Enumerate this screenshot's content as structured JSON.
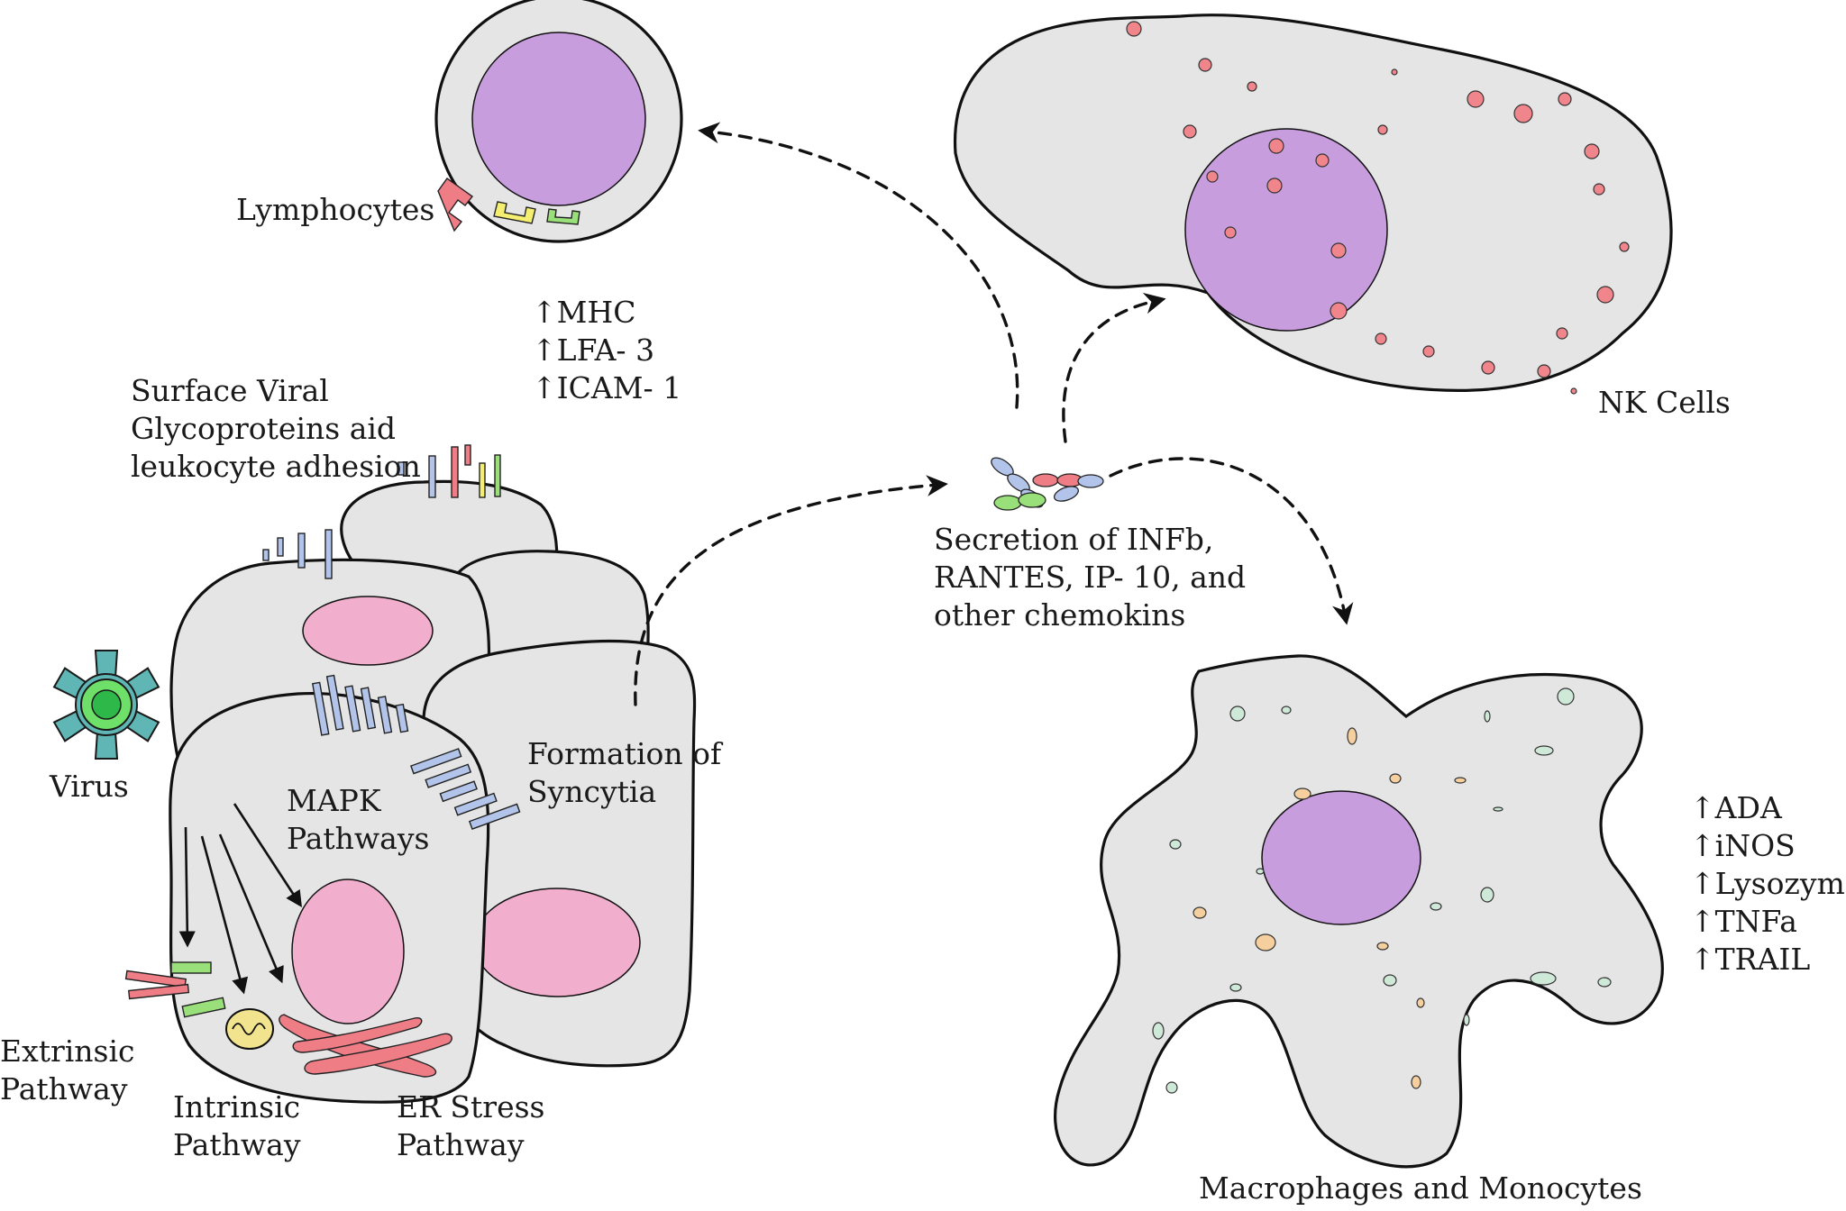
{
  "labels": {
    "lymphocytes": "Lymphocytes",
    "nk_cells": "NK Cells",
    "macrophages": "Macrophages and Monocytes",
    "virus": "Virus",
    "surface_viral": [
      "Surface Viral",
      "Glycoproteins aid",
      "leukocyte adhesion"
    ],
    "mapk": [
      "MAPK",
      "Pathways"
    ],
    "syncytia": [
      "Formation of",
      "Syncytia"
    ],
    "extrinsic": [
      "Extrinsic",
      "Pathway"
    ],
    "intrinsic": [
      "Intrinsic",
      "Pathway"
    ],
    "er_stress": [
      "ER Stress",
      "Pathway"
    ],
    "secretion": [
      "Secretion of INFb,",
      "RANTES, IP- 10, and",
      "other chemokins"
    ]
  },
  "upregulated_adhesion": [
    "↑MHC",
    "↑LFA- 3",
    "↑ICAM- 1"
  ],
  "upregulated_macrophage": [
    "↑ADA",
    "↑iNOS",
    "↑Lysozyme",
    "↑TNFa",
    "↑TRAIL"
  ],
  "colors": {
    "cell_fill": "#e5e5e5",
    "nucleus_purple": "#c89ddd",
    "nucleus_pink": "#f2aecd",
    "receptor_blue": "#b3c4ea",
    "receptor_red": "#ee7d86",
    "receptor_green": "#9ae07a",
    "receptor_yellow": "#f4ee71",
    "virus_teal": "#5fb6b4",
    "virus_green": "#3dcc4a"
  }
}
